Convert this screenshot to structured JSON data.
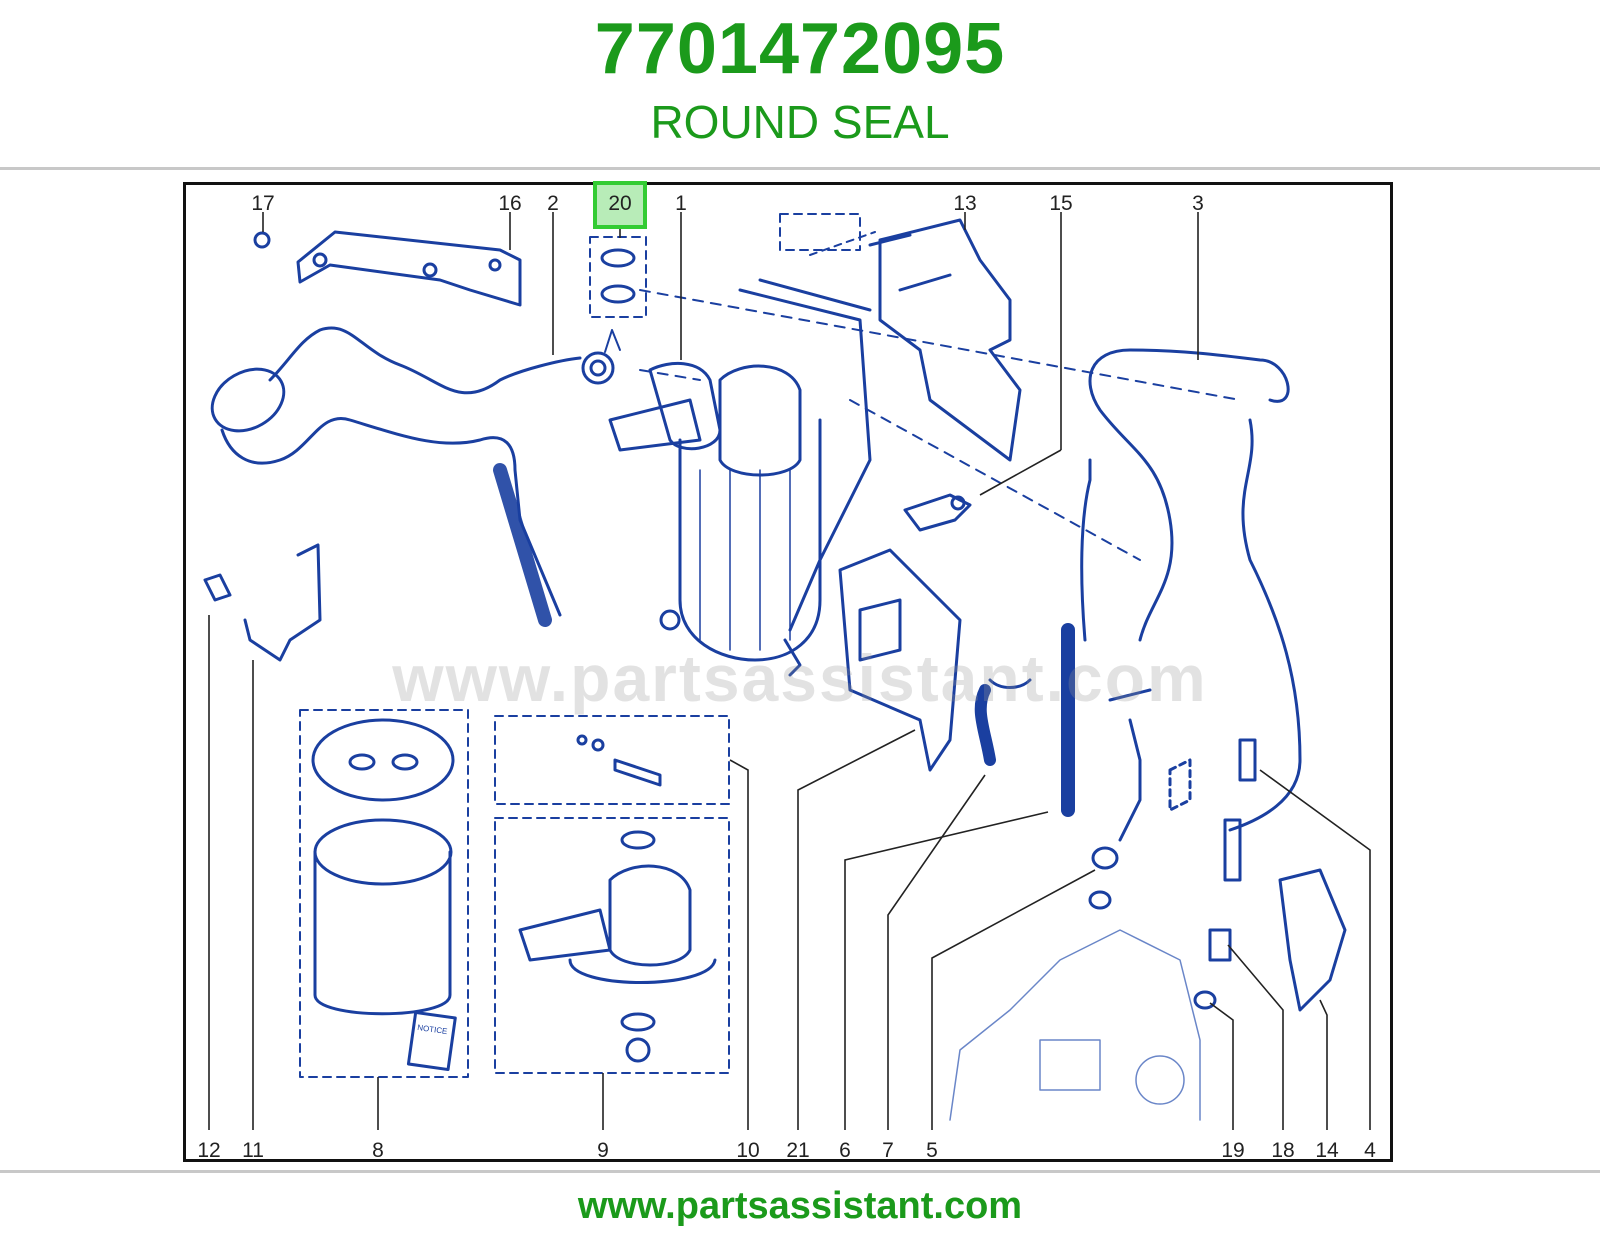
{
  "header": {
    "part_number": "7701472095",
    "part_name": "ROUND SEAL"
  },
  "diagram": {
    "highlighted_callout": "20",
    "highlight_color": "#33cc33",
    "line_color": "#1a3fa0",
    "watermark": "www.partsassistant.com",
    "callouts_top": [
      "17",
      "16",
      "2",
      "20",
      "1",
      "13",
      "15",
      "3"
    ],
    "callouts_bottom": [
      "12",
      "11",
      "8",
      "9",
      "10",
      "21",
      "6",
      "7",
      "5",
      "19",
      "18",
      "14",
      "4"
    ],
    "notice_label": "NOTICE"
  },
  "footer": {
    "url": "www.partsassistant.com"
  },
  "colors": {
    "brand_green": "#1b9a1b",
    "frame": "#111111"
  }
}
